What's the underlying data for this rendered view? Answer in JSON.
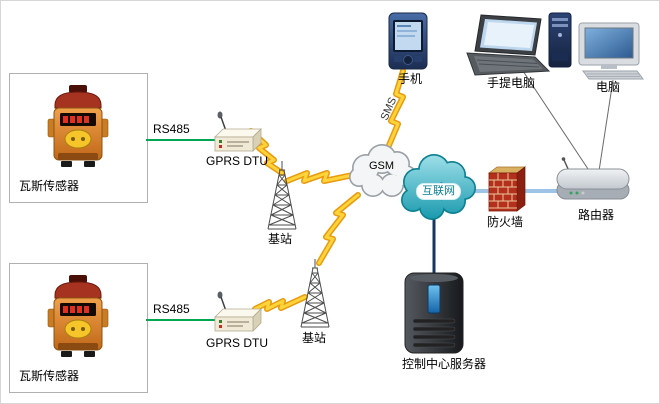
{
  "labels": {
    "sensor_box_1": "瓦斯传感器",
    "sensor_box_2": "瓦斯传感器",
    "rs485_link_1": "RS485",
    "rs485_link_2": "RS485",
    "gprs_dtu_1": "GPRS  DTU",
    "gprs_dtu_2": "GPRS  DTU",
    "base_station_1": "基站",
    "base_station_2": "基站",
    "gsm_cloud": "GSM",
    "sms_link": "SMS",
    "internet_cloud": "互联网",
    "mobile_phone": "手机",
    "laptop": "手提电脑",
    "desktop_pc": "电脑",
    "firewall": "防火墙",
    "router": "路由器",
    "control_server": "控制中心服务器"
  },
  "colors": {
    "rs485_line": "#00a651",
    "lightning_fill": "#ffd43a",
    "lightning_edge": "#e89a10",
    "internet_cloud_body": "#27aebd",
    "gsm_cloud_body": "#f4f5f6",
    "firewall_brick": "#b5301c",
    "lan_link": "#9dc3e6",
    "server_link": "#17375e",
    "thin_link": "#6a6a6a"
  }
}
